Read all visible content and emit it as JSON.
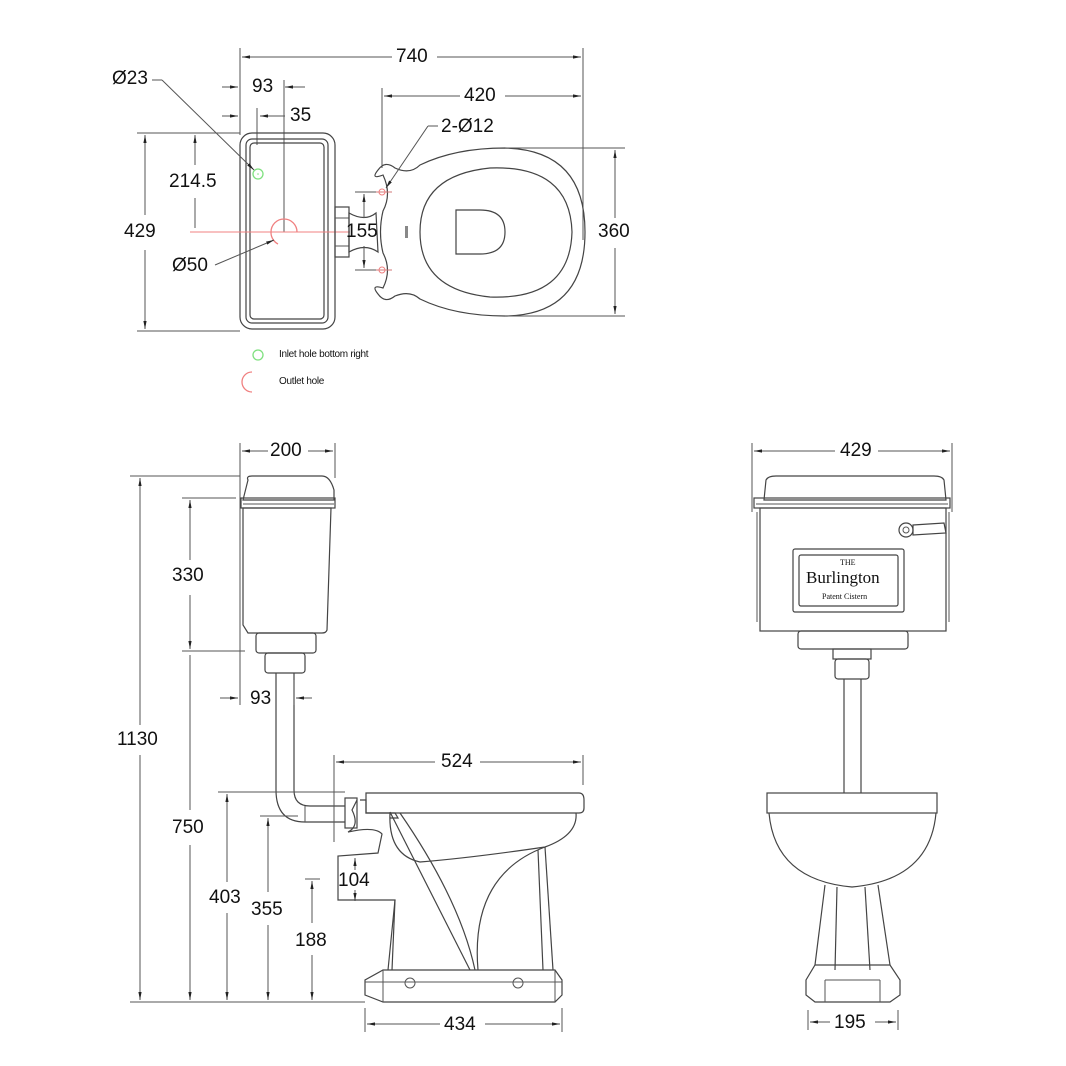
{
  "drawing": {
    "subject": "Burlington low-level WC with cistern",
    "views": [
      "top-plan-view",
      "side-elevation",
      "front-elevation"
    ]
  },
  "top_view": {
    "dims": {
      "overall_length": "740",
      "pan_length": "420",
      "inlet_offset_outer": "93",
      "inlet_offset_inner": "35",
      "inlet_diameter": "Ø23",
      "inlet_from_top": "214.5",
      "cistern_width": "429",
      "outlet_diameter": "Ø50",
      "bracket_width": "155",
      "seat_fixing_holes": "2-Ø12",
      "pan_width": "360"
    },
    "legend": [
      {
        "label": "Inlet hole bottom right",
        "color": "#7fe07f",
        "shape": "circle"
      },
      {
        "label": "Outlet hole",
        "color": "#f08080",
        "shape": "arc"
      }
    ]
  },
  "side_view": {
    "dims": {
      "cistern_depth": "200",
      "cistern_height": "330",
      "overall_height": "1130",
      "flush_pipe_offset": "93",
      "pan_projection": "524",
      "cistern_bottom_height": "750",
      "pan_rim_height": "403",
      "inlet_height": "355",
      "outlet_gap": "104",
      "outlet_height": "188",
      "base_depth": "434"
    }
  },
  "front_view": {
    "dims": {
      "cistern_width": "429",
      "base_width": "195"
    },
    "plate": {
      "line1": "THE",
      "brand": "Burlington",
      "line3": "Patent Cistern"
    }
  },
  "colors": {
    "line": "#555555",
    "inlet": "#7fe07f",
    "outlet": "#f08080",
    "text": "#111111"
  }
}
